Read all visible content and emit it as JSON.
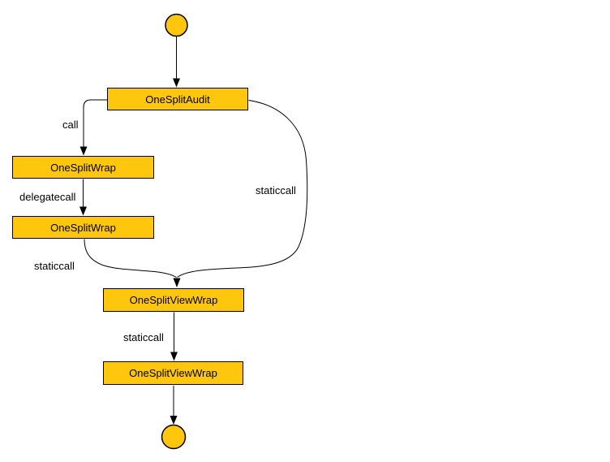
{
  "diagram": {
    "kind": "contract-call-graph",
    "background_color": "#ffffff",
    "node_fill_color": "#FFC60E",
    "node_border_color": "#000000",
    "edge_color": "#000000",
    "nodes": [
      {
        "id": "start",
        "shape": "circle",
        "label": ""
      },
      {
        "id": "audit",
        "shape": "box",
        "label": "OneSplitAudit"
      },
      {
        "id": "wrap1",
        "shape": "box",
        "label": "OneSplitWrap"
      },
      {
        "id": "wrap2",
        "shape": "box",
        "label": "OneSplitWrap"
      },
      {
        "id": "vwrap1",
        "shape": "box",
        "label": "OneSplitViewWrap"
      },
      {
        "id": "vwrap2",
        "shape": "box",
        "label": "OneSplitViewWrap"
      },
      {
        "id": "end",
        "shape": "circle",
        "label": ""
      }
    ],
    "edges": [
      {
        "from": "start",
        "to": "audit",
        "label": ""
      },
      {
        "from": "audit",
        "to": "wrap1",
        "label": "call"
      },
      {
        "from": "wrap1",
        "to": "wrap2",
        "label": "delegatecall"
      },
      {
        "from": "wrap2",
        "to": "vwrap1",
        "label": "staticcall"
      },
      {
        "from": "audit",
        "to": "vwrap1",
        "label": "staticcall"
      },
      {
        "from": "vwrap1",
        "to": "vwrap2",
        "label": "staticcall"
      },
      {
        "from": "vwrap2",
        "to": "end",
        "label": ""
      }
    ]
  }
}
